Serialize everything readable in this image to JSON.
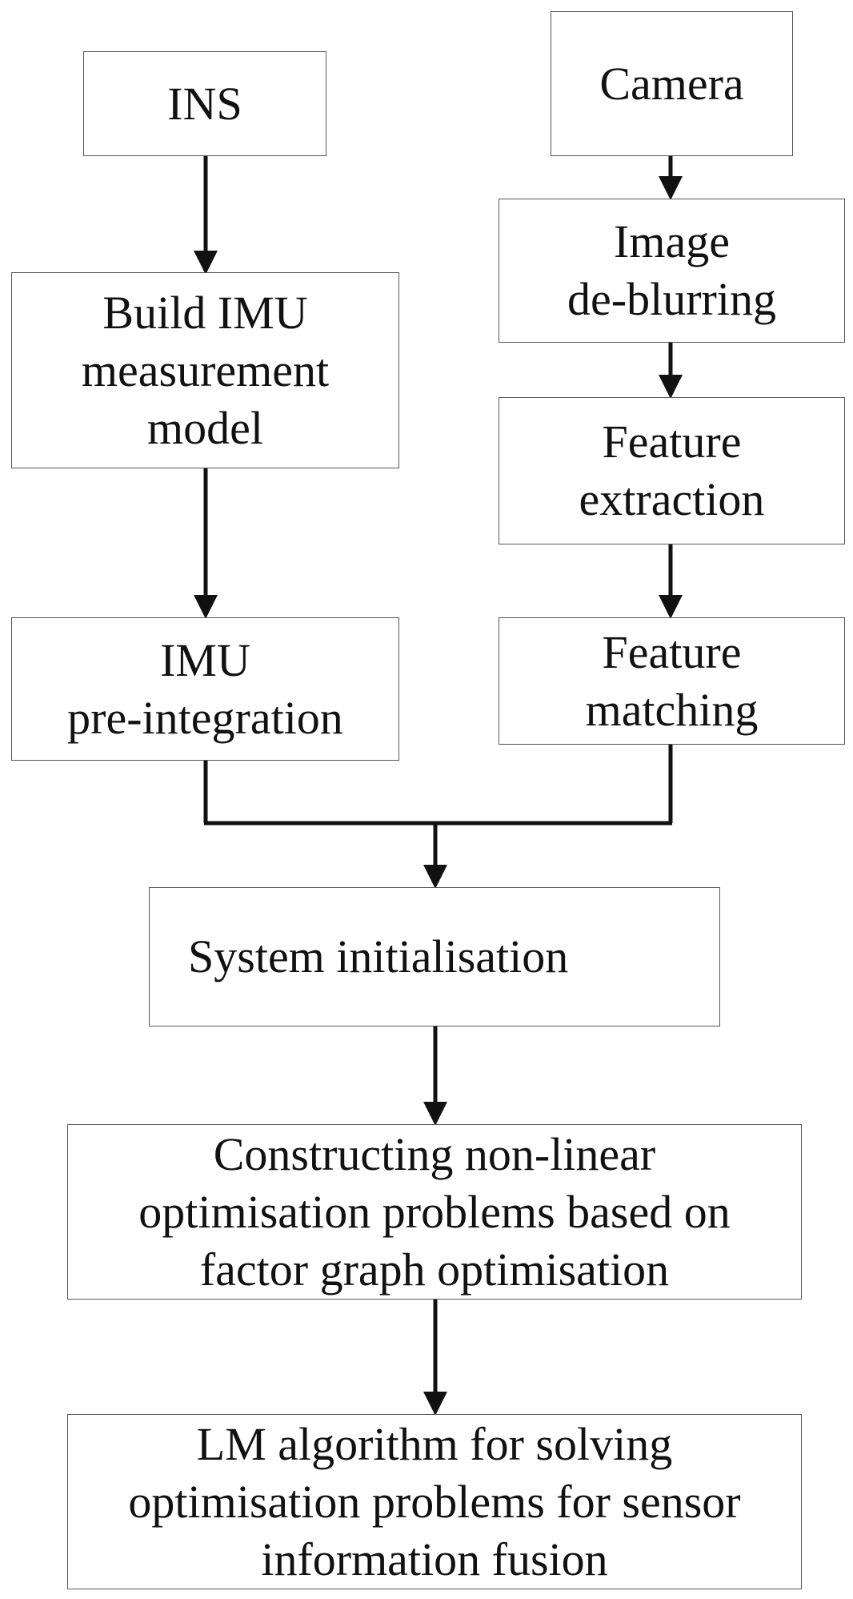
{
  "nodes": {
    "ins": {
      "lines": [
        "INS"
      ]
    },
    "camera": {
      "lines": [
        "Camera"
      ]
    },
    "build_imu": {
      "lines": [
        "Build IMU",
        "measurement",
        "model"
      ]
    },
    "image_deblurring": {
      "lines": [
        "Image",
        "de-blurring"
      ]
    },
    "feature_extraction": {
      "lines": [
        "Feature",
        "extraction"
      ]
    },
    "imu_preintegration": {
      "lines": [
        "IMU",
        "pre-integration"
      ]
    },
    "feature_matching": {
      "lines": [
        "Feature",
        "matching"
      ]
    },
    "system_init": {
      "lines": [
        "System initialisation"
      ]
    },
    "constructing": {
      "lines": [
        "Constructing non-linear",
        "optimisation problems based on",
        "factor graph optimisation"
      ]
    },
    "lm_algorithm": {
      "lines": [
        "LM algorithm for solving",
        "optimisation problems for sensor",
        "information fusion"
      ]
    }
  },
  "edges": [
    {
      "from": "ins",
      "to": "build_imu"
    },
    {
      "from": "build_imu",
      "to": "imu_preintegration"
    },
    {
      "from": "camera",
      "to": "image_deblurring"
    },
    {
      "from": "image_deblurring",
      "to": "feature_extraction"
    },
    {
      "from": "feature_extraction",
      "to": "feature_matching"
    },
    {
      "from": "imu_preintegration",
      "to": "system_init"
    },
    {
      "from": "feature_matching",
      "to": "system_init"
    },
    {
      "from": "system_init",
      "to": "constructing"
    },
    {
      "from": "constructing",
      "to": "lm_algorithm"
    }
  ],
  "colors": {
    "box_border": "#555555",
    "arrow": "#111111",
    "text": "#111111"
  }
}
